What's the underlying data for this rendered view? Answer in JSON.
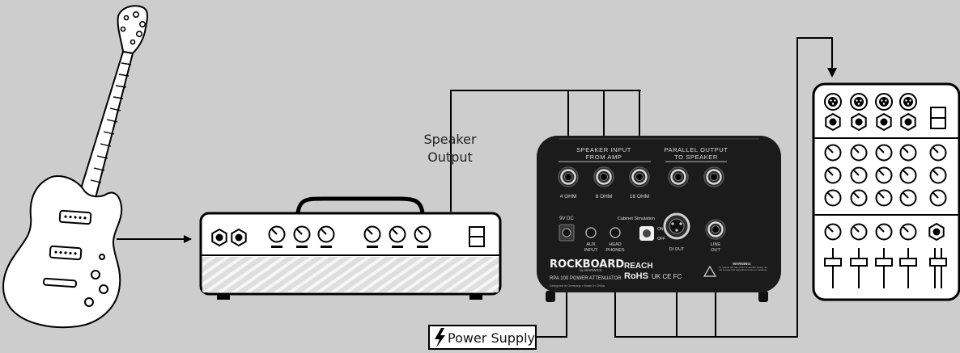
{
  "colors": {
    "background": "#cdcdcd",
    "cable": "#000000",
    "attenuator_body": "#1b1b1b",
    "amp_grille": "#d9d9d9",
    "device_fill": "#ffffff"
  },
  "labels": {
    "speaker_output": [
      "Speaker",
      "Output"
    ],
    "power_supply": "Power Supply"
  },
  "attenuator": {
    "speaker_input_title": [
      "SPEAKER INPUT",
      "FROM AMP"
    ],
    "parallel_output_title": [
      "PARALLEL OUTPUT",
      "TO SPEAKER"
    ],
    "ohm_4": "4 OHM",
    "ohm_8": "8 OHM",
    "ohm_16": "16 OHM",
    "dc_label": "9V DC",
    "aux_input": [
      "AUX",
      "INPUT"
    ],
    "headphones": [
      "HEAD",
      "PHONES"
    ],
    "cabinet_simulation": "Cabinet Simulation",
    "switch_on": "ON",
    "switch_off": "OFF",
    "di_out": "DI OUT",
    "line_out": [
      "LINE",
      "OUT"
    ],
    "brand": "ROCKBOARD",
    "brand_by": "by WARWICK",
    "model": "RPA 100 POWER ATTENUATOR",
    "made_in": "Designed in Germany  •  Made in China",
    "reach": "REACH",
    "rohs": "RoHS",
    "cert_marks": "UK CE FC",
    "warning_title": "WARNING:",
    "warning_text": "To reduce the risk of fire or electric shock, do not expose this apparatus to rain or moisture."
  },
  "icons": {
    "guitar": "electric-guitar-icon",
    "amp": "guitar-amp-head-icon",
    "mixer": "audio-mixer-icon",
    "power": "lightning-bolt-icon"
  }
}
